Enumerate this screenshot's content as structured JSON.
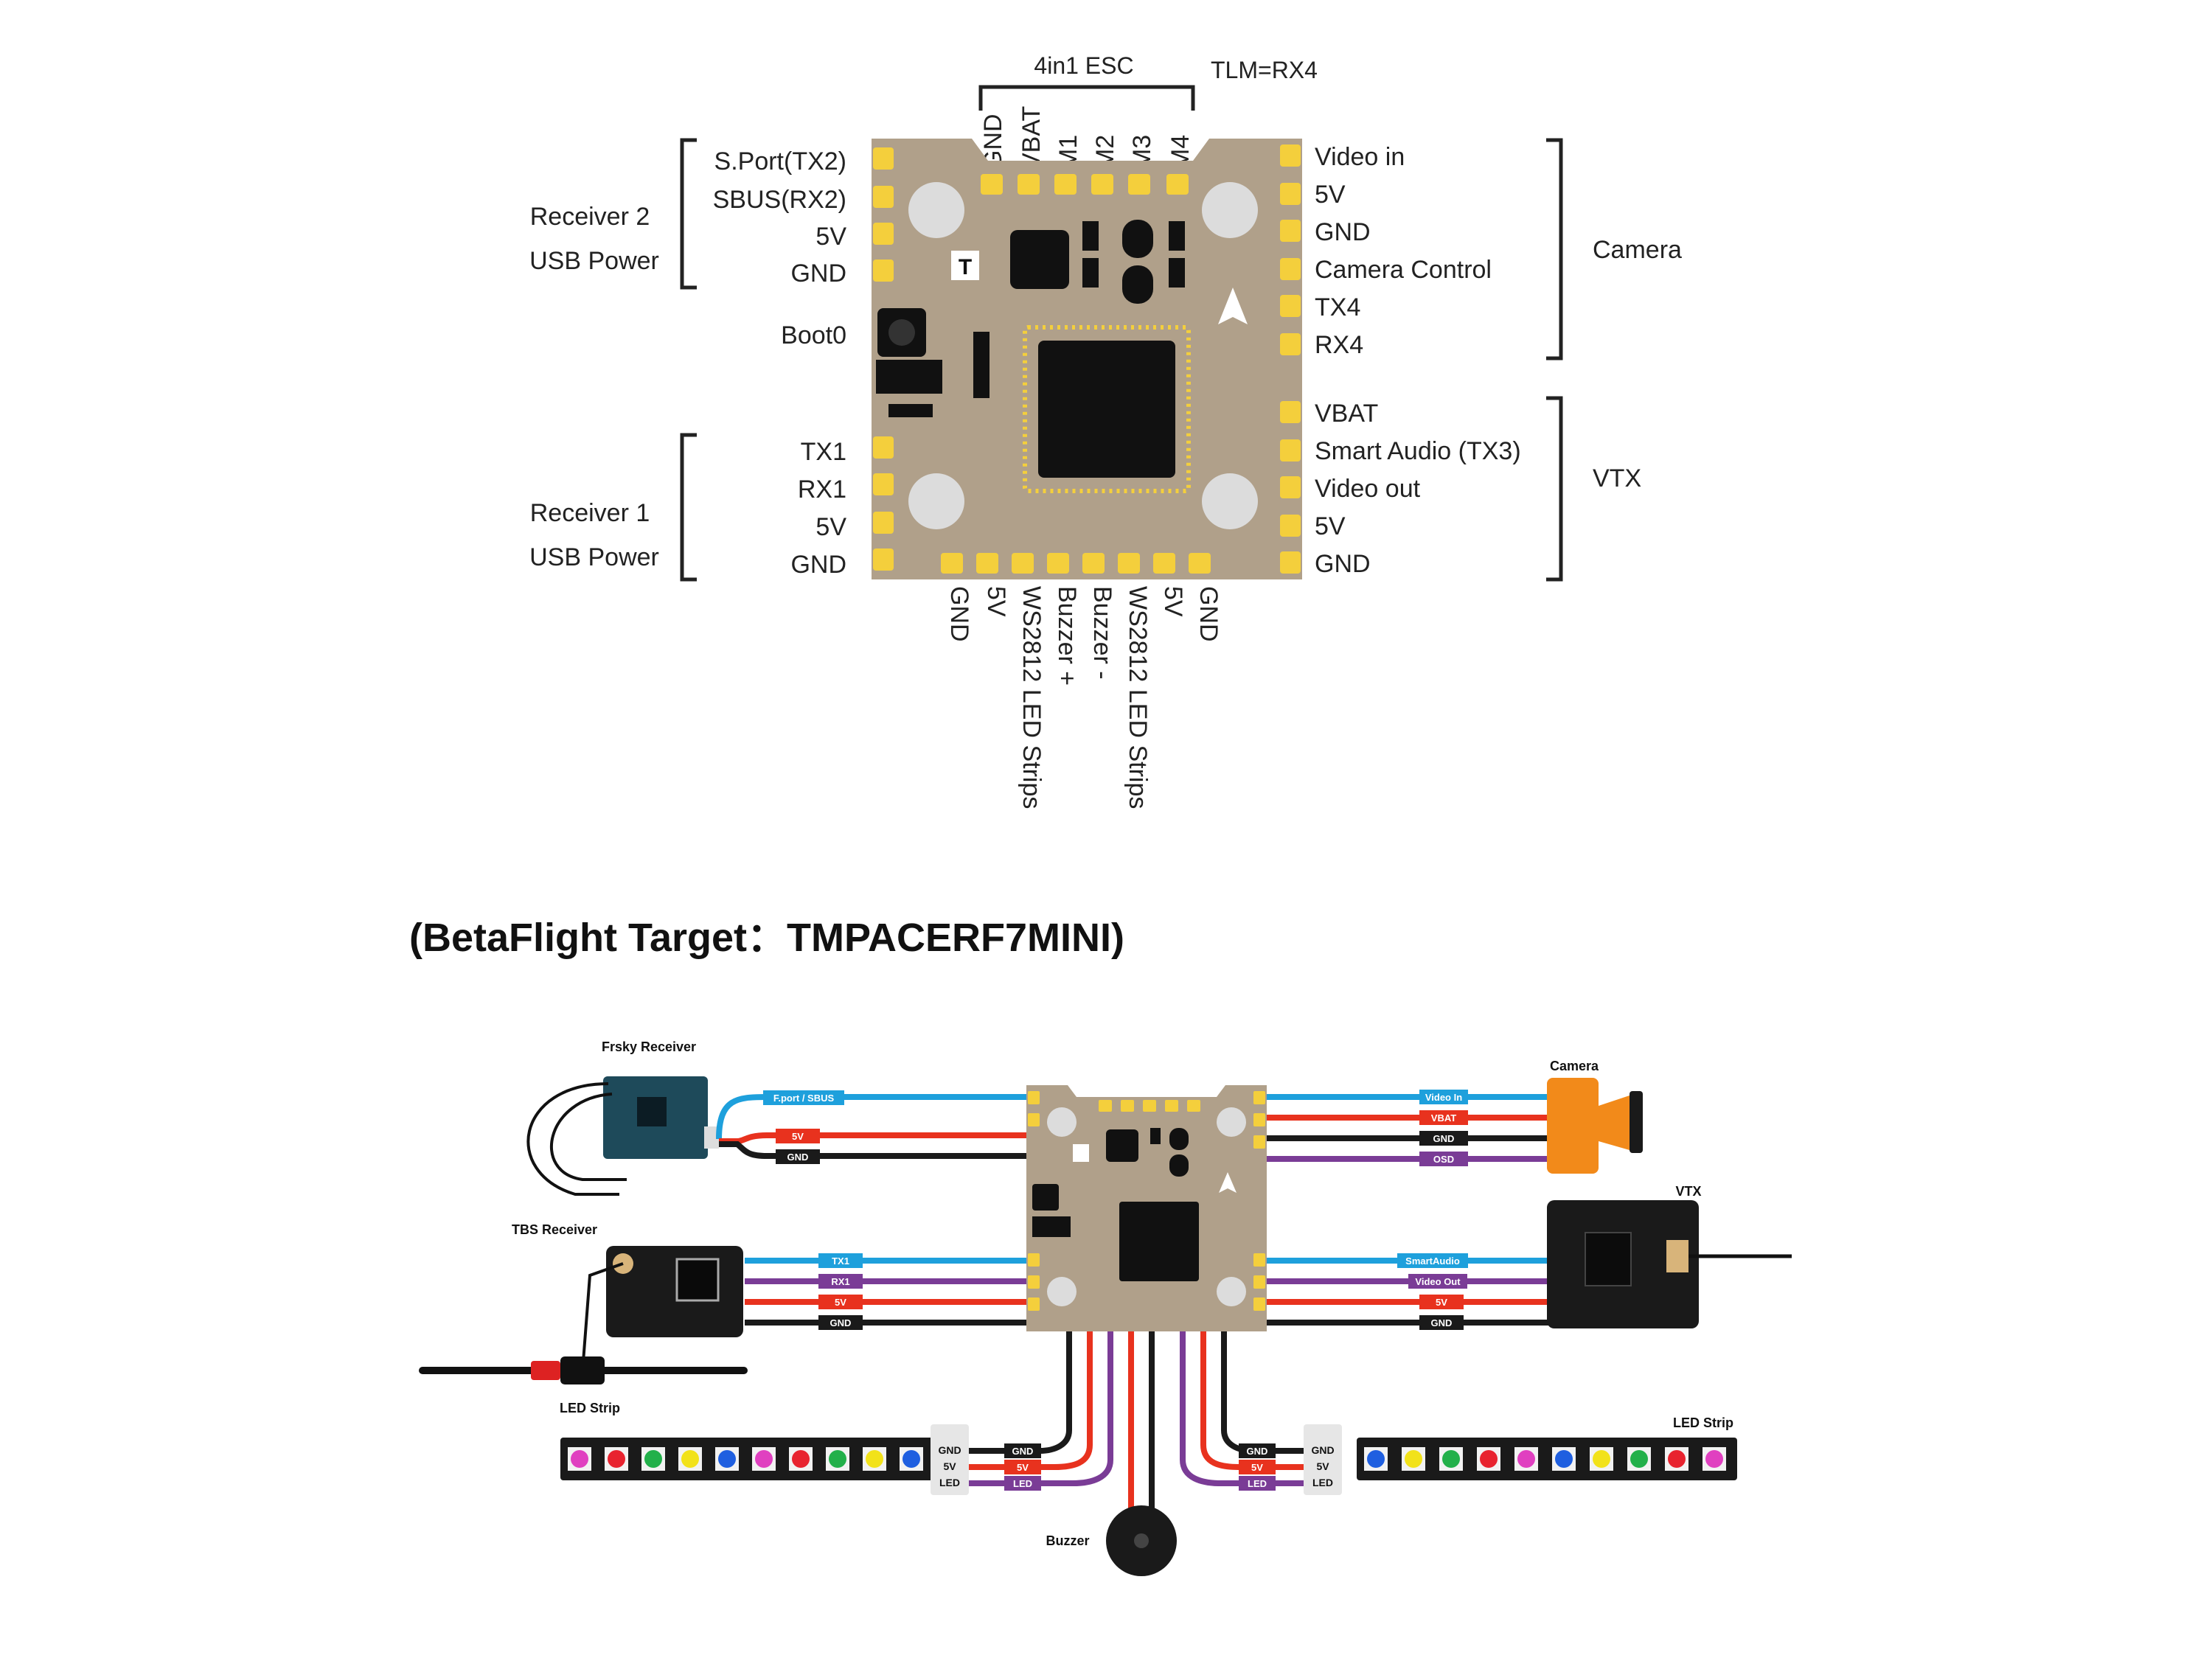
{
  "esc": {
    "title": "4in1 ESC",
    "tlm": "TLM=RX4",
    "pins": [
      "GND",
      "VBAT",
      "M1",
      "M2",
      "M3",
      "M4"
    ]
  },
  "receiver2": {
    "name": "Receiver 2",
    "power": "USB Power",
    "pins": [
      "S.Port(TX2)",
      "SBUS(RX2)",
      "5V",
      "GND"
    ]
  },
  "boot": "Boot0",
  "receiver1": {
    "name": "Receiver 1",
    "power": "USB Power",
    "pins": [
      "TX1",
      "RX1",
      "5V",
      "GND"
    ]
  },
  "camera": {
    "name": "Camera",
    "pins": [
      "Video in",
      "5V",
      "GND",
      "Camera Control",
      "TX4",
      "RX4"
    ]
  },
  "vtx": {
    "name": "VTX",
    "pins": [
      "VBAT",
      "Smart Audio (TX3)",
      "Video out",
      "5V",
      "GND"
    ]
  },
  "bottom_pins": [
    "GND",
    "5V",
    "WS2812 LED Strips",
    "Buzzer +",
    "Buzzer -",
    "WS2812 LED Strips",
    "5V",
    "GND"
  ],
  "target": "(BetaFlight Target：TMPACERF7MINI)",
  "wiring": {
    "frsky": {
      "title": "Frsky Receiver",
      "wires": [
        "F.port / SBUS",
        "5V",
        "GND"
      ]
    },
    "tbs": {
      "title": "TBS Receiver",
      "wires": [
        "TX1",
        "RX1",
        "5V",
        "GND"
      ]
    },
    "cam": {
      "title": "Camera",
      "wires": [
        "Video In",
        "VBAT",
        "GND",
        "OSD"
      ]
    },
    "vtx": {
      "title": "VTX",
      "wires": [
        "SmartAudio",
        "Video Out",
        "5V",
        "GND"
      ]
    },
    "led_left": {
      "title": "LED Strip",
      "wires": [
        "GND",
        "5V",
        "LED"
      ],
      "conn": [
        "GND",
        "5V",
        "LED"
      ]
    },
    "led_right": {
      "title": "LED Strip",
      "wires": [
        "GND",
        "5V",
        "LED"
      ],
      "conn": [
        "GND",
        "5V",
        "LED"
      ]
    },
    "buzzer": "Buzzer"
  },
  "colors": {
    "blue": "#1ea0dc",
    "red": "#e8321e",
    "black": "#1a1a1a",
    "purple": "#7a3c96",
    "pad": "#f4cf3c",
    "pcb": "#b0a08a"
  },
  "led_colors_left": [
    "#e040c0",
    "#e8232f",
    "#22b04a",
    "#f2e21a",
    "#1f5fe0",
    "#e040c0",
    "#e8232f",
    "#22b04a",
    "#f2e21a",
    "#1f5fe0"
  ],
  "led_colors_right": [
    "#1f5fe0",
    "#f2e21a",
    "#22b04a",
    "#e8232f",
    "#e040c0",
    "#1f5fe0",
    "#f2e21a",
    "#22b04a",
    "#e8232f",
    "#e040c0"
  ]
}
